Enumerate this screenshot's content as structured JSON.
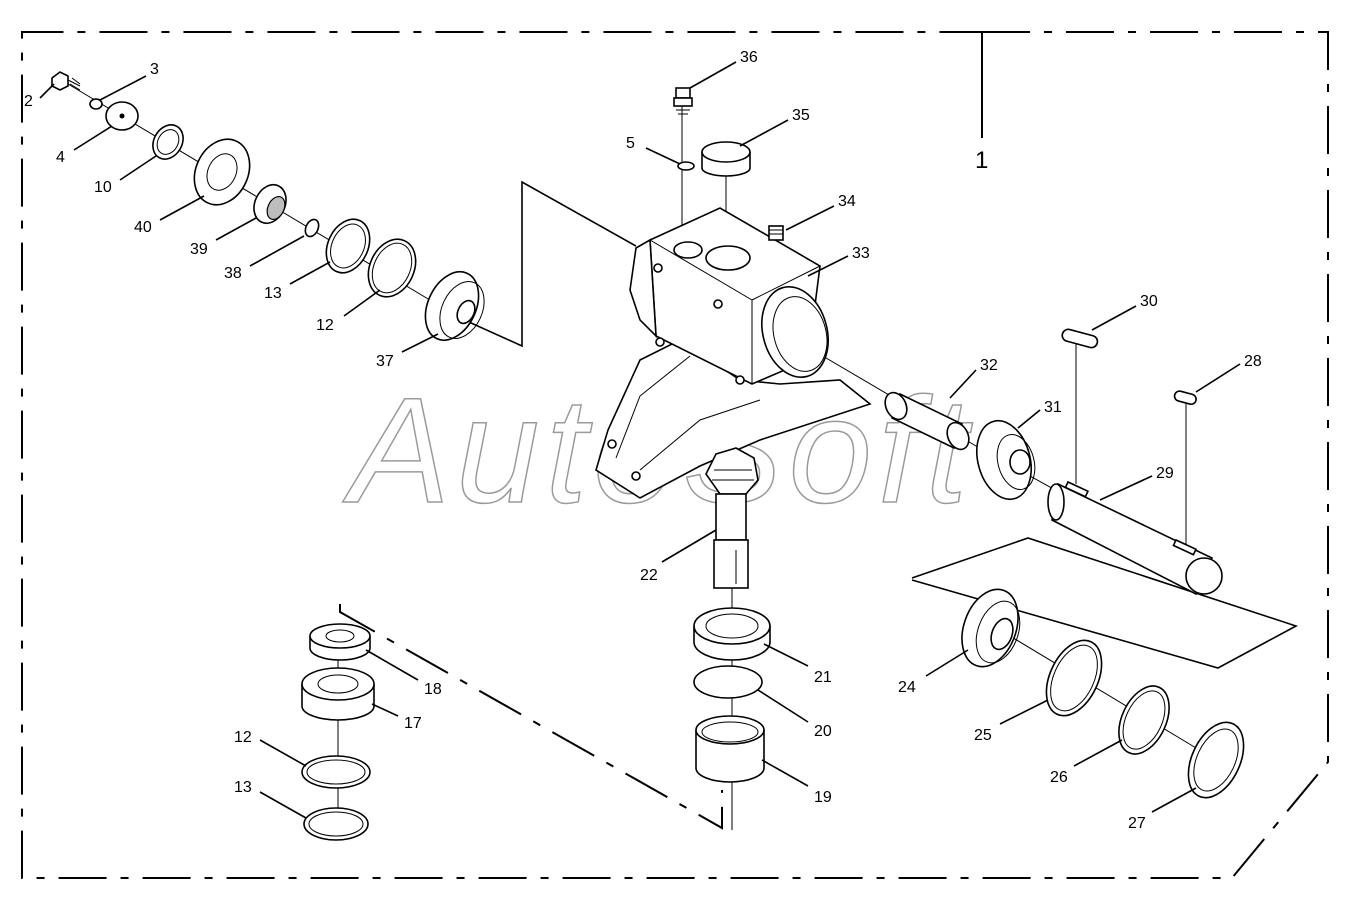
{
  "diagram": {
    "assembly_label": "1",
    "watermark": "AutoSoft",
    "callouts": {
      "c2": "2",
      "c3": "3",
      "c4": "4",
      "c10": "10",
      "c40": "40",
      "c39": "39",
      "c38": "38",
      "c13a": "13",
      "c12a": "12",
      "c37": "37",
      "c36": "36",
      "c35": "35",
      "c5": "5",
      "c34": "34",
      "c33": "33",
      "c32": "32",
      "c31": "31",
      "c30": "30",
      "c28": "28",
      "c29": "29",
      "c22": "22",
      "c21": "21",
      "c20": "20",
      "c19": "19",
      "c18": "18",
      "c17": "17",
      "c12b": "12",
      "c13b": "13",
      "c24": "24",
      "c25": "25",
      "c26": "26",
      "c27": "27"
    }
  }
}
